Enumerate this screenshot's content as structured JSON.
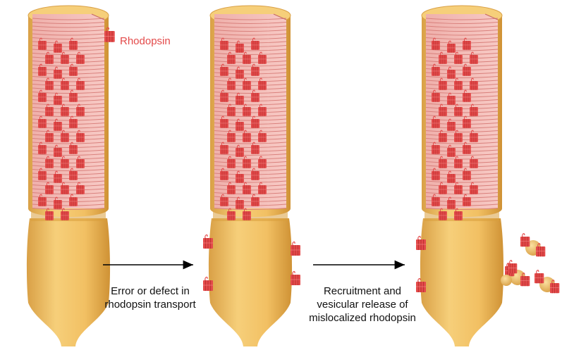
{
  "legend": {
    "label": "Rhodopsin",
    "icon": "rhodopsin-icon",
    "color": "#e34a4a"
  },
  "arrows": [
    {
      "caption_lines": [
        "Error or defect in",
        "rhodopsin transport"
      ]
    },
    {
      "caption_lines": [
        "Recruitment and",
        "vesicular release of",
        "mislocalized rhodopsin"
      ]
    }
  ],
  "colors": {
    "cell_body": "#f2c46a",
    "cell_shadow": "#d99e3c",
    "disc_fill": "#f4b8b4",
    "disc_line": "#d9807c",
    "rhodopsin": "#e34a4a"
  }
}
